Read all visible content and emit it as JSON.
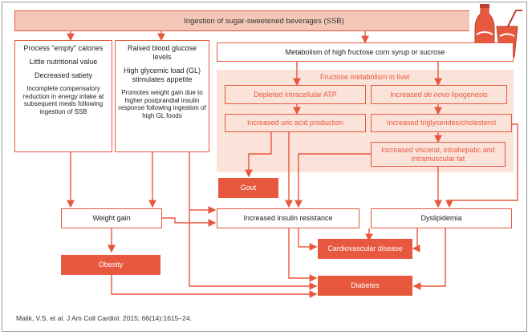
{
  "top_banner": "Ingestion of sugar-sweetened beverages (SSB)",
  "col1": {
    "head": "Process “empty” calories",
    "p1": "Little nutritional value",
    "p2": "Decreased satiety",
    "p3": "Incomplete compensatory reduction in energy intake at subsequent meals following ingestion of SSB"
  },
  "col2": {
    "head": "Raised blood glucose levels",
    "p1": "High glycemic load (GL) stimulates appetite",
    "p2": "Promotes weight gain due to higher postprandial insulin response following ingestion of high GL foods"
  },
  "metabolism": "Metabolism of high fructose corn syrup or sucrose",
  "liver": {
    "title": "Fructose metabolism in liver",
    "atp": "Depleted intracellular ATP",
    "lipogenesis_prefix": "Increased ",
    "lipogenesis_italic": "de novo",
    "lipogenesis_suffix": " lipogenesis",
    "uric": "Increased uric acid production",
    "trig": "Increased triglycerides/cholesterol",
    "fat": "Increased visceral, intrahepatic and intramuscular fat"
  },
  "outcomes": {
    "gout": "Gout",
    "weight_gain": "Weight gain",
    "insulin": "Increased insulin resistance",
    "dyslipidemia": "Dyslipidemia",
    "obesity": "Obesity",
    "cvd": "Cardiovascular disease",
    "diabetes": "Diabetes"
  },
  "citation": "Malik, V.S. et al. J Am Coll Cardiol. 2015; 66(14):1615–24.",
  "colors": {
    "accent": "#e8583f",
    "salmon": "#f4c7b8",
    "liver_bg": "#fbe3d9"
  }
}
